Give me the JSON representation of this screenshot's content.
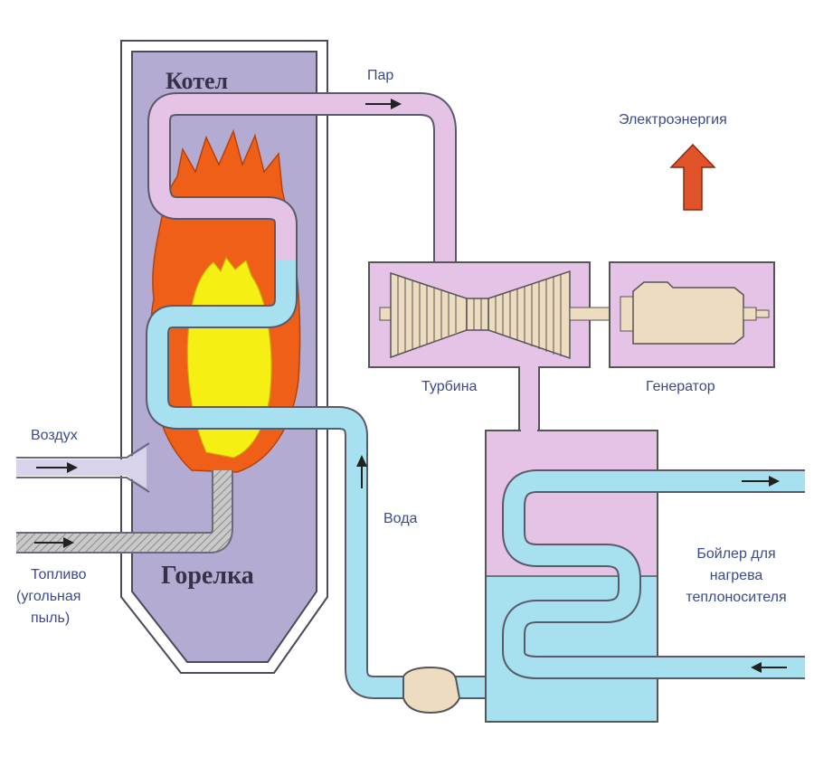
{
  "labels": {
    "boiler": "Котел",
    "burner": "Горелка",
    "steam": "Пар",
    "electricity": "Электроэнергия",
    "turbine": "Турбина",
    "generator": "Генератор",
    "air": "Воздух",
    "water": "Вода",
    "fuel_line1": "Топливо",
    "fuel_line2": "(угольная",
    "fuel_line3": "пыль)",
    "heater_line1": "Бойлер для",
    "heater_line2": "нагрева",
    "heater_line3": "теплоносителя"
  },
  "colors": {
    "boiler_body": "#b4abd2",
    "steam_pipe": "#e4c3e6",
    "water_pipe": "#a7e0ee",
    "flame_outer": "#ef5f18",
    "flame_inner": "#f6ef14",
    "arrow_red": "#e05228",
    "equipment": "#eedcc0"
  }
}
